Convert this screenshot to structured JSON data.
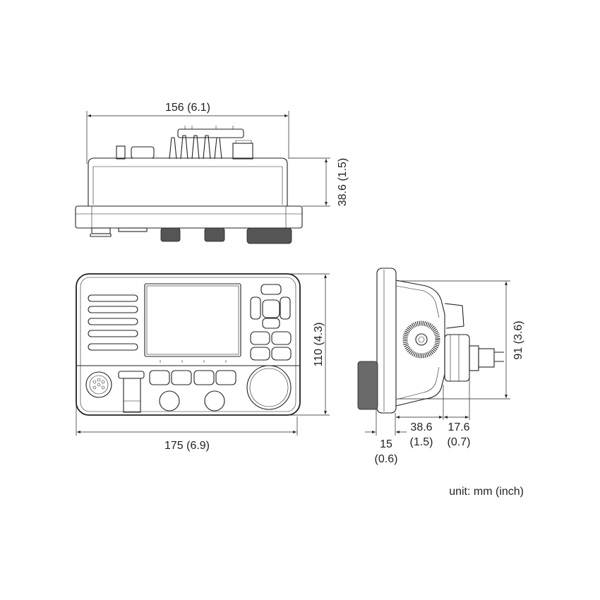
{
  "top_view": {
    "width_label": "156 (6.1)",
    "depth_label": "38.6 (1.5)"
  },
  "front_view": {
    "width_label": "175 (6.9)",
    "height_label": "110 (4.3)"
  },
  "side_view": {
    "height_label": "91 (3.6)",
    "body_depth_value": "38.6",
    "body_depth_inch": "(1.5)",
    "connector_depth_value": "17.6",
    "connector_depth_inch": "(0.7)",
    "knob_depth_value": "15",
    "knob_depth_inch": "(0.6)"
  },
  "unit_note": "unit: mm (inch)"
}
